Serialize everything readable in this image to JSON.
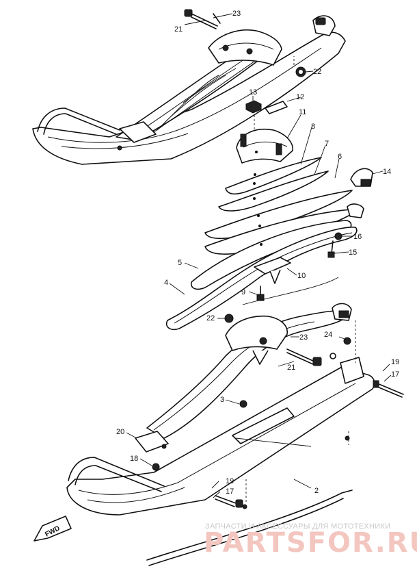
{
  "diagram": {
    "callouts": [
      "23",
      "21",
      "22",
      "13",
      "12",
      "11",
      "8",
      "7",
      "6",
      "14",
      "16",
      "15",
      "5",
      "10",
      "9",
      "4",
      "22",
      "24",
      "23",
      "19",
      "17",
      "21",
      "3",
      "20",
      "18",
      "19",
      "17",
      "2"
    ],
    "fwd_label": "FWD"
  },
  "watermark": {
    "caption": "ЗАПЧАСТИ И АКСЕССУАРЫ ДЛЯ МОТОТЕХНИКИ",
    "logo": "PARTSFOR.RU",
    "color": "#f3c6c0"
  }
}
